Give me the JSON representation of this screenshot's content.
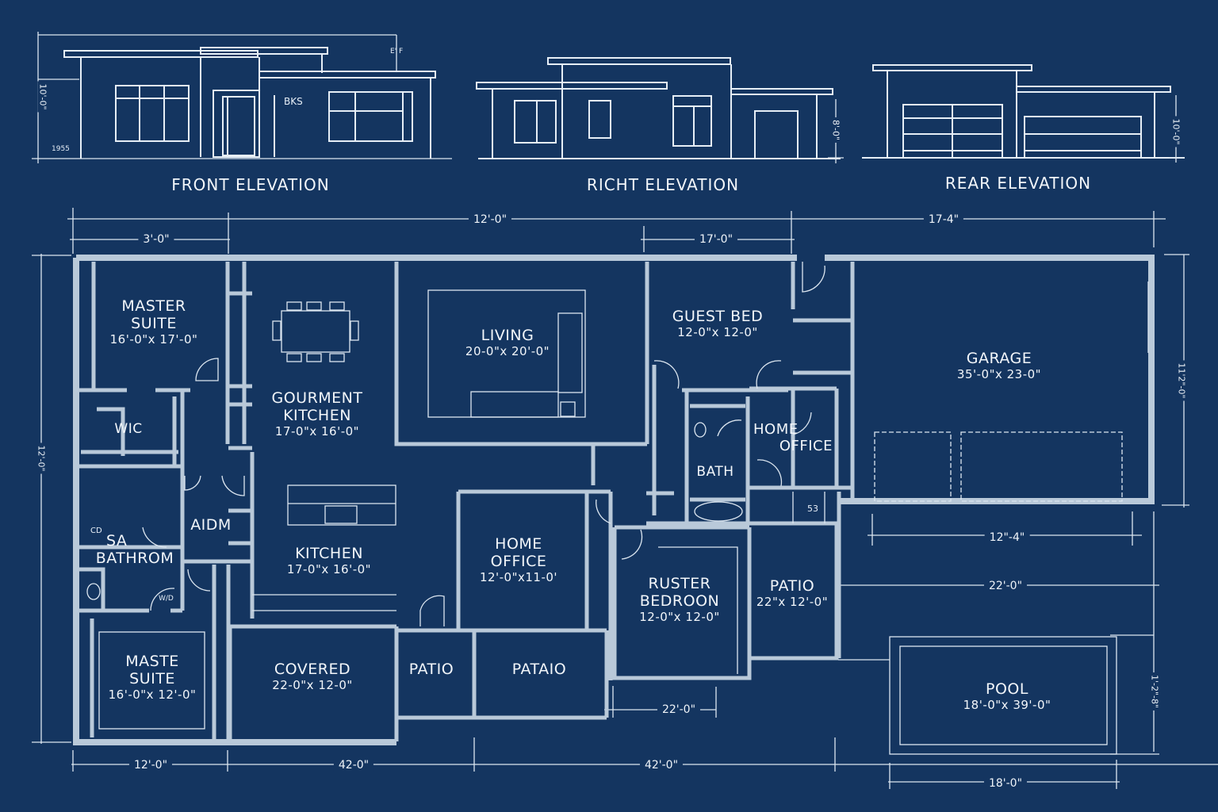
{
  "colors": {
    "background": "#143560",
    "wall": "#b9c9d9",
    "line": "#e6eef6"
  },
  "elevations": [
    {
      "id": "front",
      "title": "FRONT ELEVATION",
      "height_dim": "10'-0\"",
      "note": "BKS",
      "corner_note": "1955",
      "side_note": "E' F"
    },
    {
      "id": "right",
      "title": "RICHT ELEVATION",
      "height_dim": "8'-0\""
    },
    {
      "id": "rear",
      "title": "REAR ELEVATION",
      "height_dim": "10'-0\""
    }
  ],
  "dimensions": {
    "top_overall_left": "12'-0\"",
    "top_overall_right": "17-4\"",
    "top_left": "3'-0\"",
    "top_mid": "17'-0\"",
    "left_vertical": "12'-0\"",
    "right_vertical_upper": "11'2\"-0\"",
    "right_vertical_lower": "1'-2\"-8\"",
    "bottom_1": "12'-0\"",
    "bottom_2": "42-0\"",
    "bottom_3": "42'-0\"",
    "bedroom_bottom": "22'-0\"",
    "garage_below_1": "12\"-4\"",
    "garage_below_2": "22'-0\"",
    "pool_bottom": "18'-0\""
  },
  "rooms": [
    {
      "id": "master-suite",
      "name": [
        "MASTER",
        "SUITE"
      ],
      "size": "16'-0\"x 17'-0\""
    },
    {
      "id": "wic",
      "name": [
        "WIC"
      ],
      "size": ""
    },
    {
      "id": "gourmet-kitchen",
      "name": [
        "GOURMENT",
        "KITCHEN"
      ],
      "size": "17-0\"x 16'-0\""
    },
    {
      "id": "living",
      "name": [
        "LIVING"
      ],
      "size": "20-0\"x 20'-0\""
    },
    {
      "id": "guest-bed",
      "name": [
        "GUEST BED"
      ],
      "size": "12-0\"x 12-0\""
    },
    {
      "id": "garage",
      "name": [
        "GARAGE"
      ],
      "size": "35'-0\"x 23-0\""
    },
    {
      "id": "bath",
      "name": [
        "BATH"
      ],
      "size": ""
    },
    {
      "id": "home-office-1",
      "name": [
        "HOME",
        "OFFICE"
      ],
      "size": ""
    },
    {
      "id": "aidm",
      "name": [
        "AIDM"
      ],
      "size": ""
    },
    {
      "id": "sa-bathroom",
      "name": [
        "SA",
        "BATHROM"
      ],
      "size": ""
    },
    {
      "id": "kitchen",
      "name": [
        "KITCHEN"
      ],
      "size": "17-0\"x 16'-0\""
    },
    {
      "id": "home-office-2",
      "name": [
        "HOME",
        "OFFICE"
      ],
      "size": "12'-0\"x11-0'"
    },
    {
      "id": "ruster-bedroom",
      "name": [
        "RUSTER",
        "BEDROON"
      ],
      "size": "12-0\"x 12-0\""
    },
    {
      "id": "patio-right",
      "name": [
        "PATIO"
      ],
      "size": "22\"x 12'-0\""
    },
    {
      "id": "maste-suite",
      "name": [
        "MASTE",
        "SUITE"
      ],
      "size": "16'-0\"x 12'-0\""
    },
    {
      "id": "covered",
      "name": [
        "COVERED"
      ],
      "size": "22-0\"x 12-0\""
    },
    {
      "id": "patio-small",
      "name": [
        "PATIO"
      ],
      "size": ""
    },
    {
      "id": "pataio",
      "name": [
        "PATAIO"
      ],
      "size": ""
    },
    {
      "id": "pool",
      "name": [
        "POOL"
      ],
      "size": "18'-0\"x 39'-0\""
    }
  ],
  "annotations": {
    "closet_tag": "53",
    "cd": "CD",
    "wd": "W/D"
  }
}
